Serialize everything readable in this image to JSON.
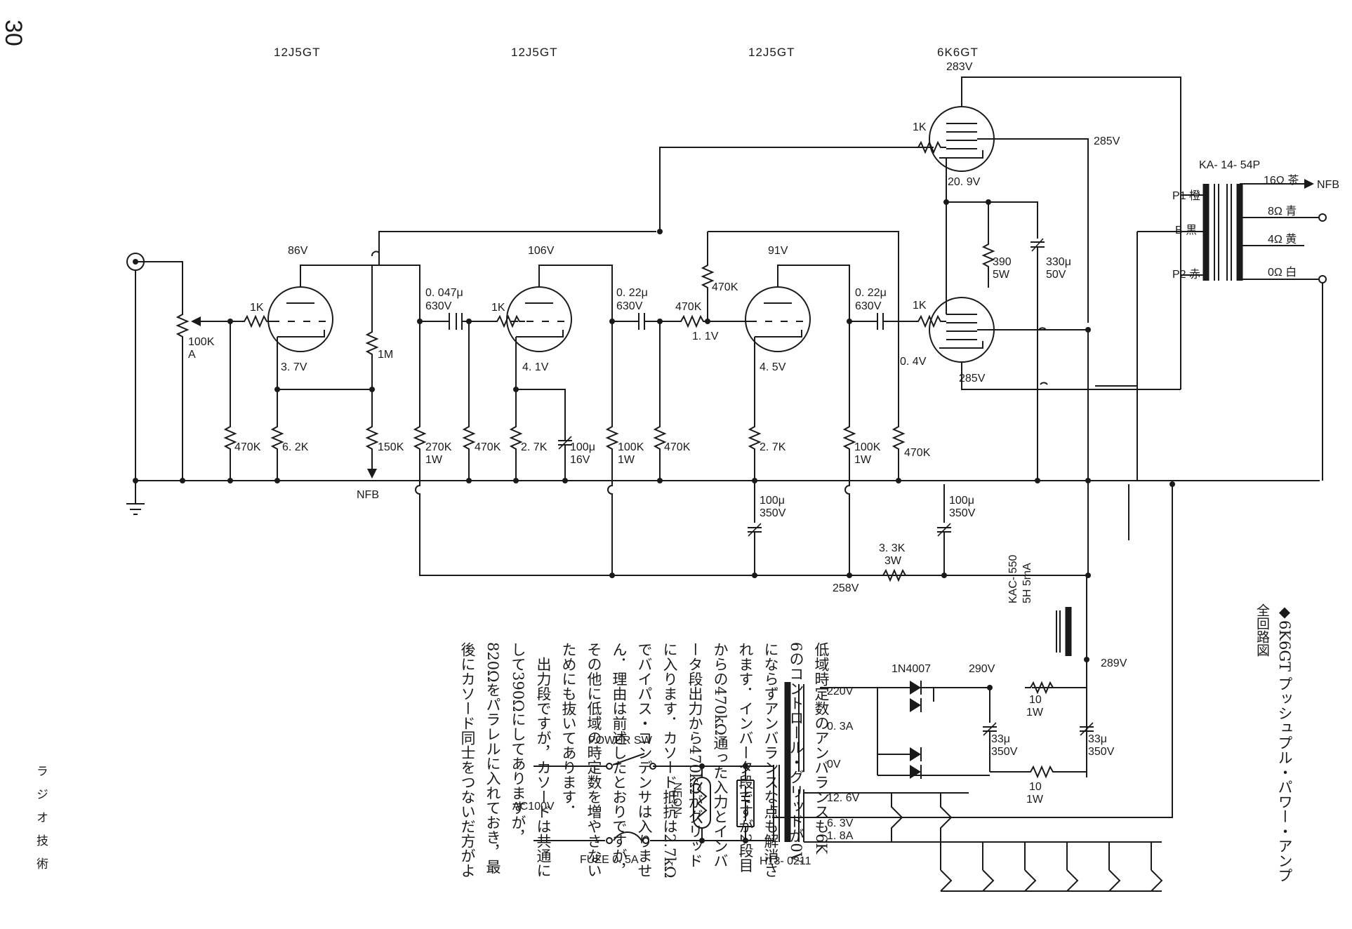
{
  "page_number": "30",
  "diagram": {
    "title": "◆6K6GT プッシュプル・パワー・アンプ",
    "subtitle": "全回路図",
    "tubes": [
      "12J5GT",
      "12J5GT",
      "12J5GT",
      "6K6GT"
    ],
    "labels": {
      "v86": "86V",
      "v106": "106V",
      "v91": "91V",
      "v283": "283V",
      "v285a": "285V",
      "v285b": "285V",
      "v209": "20. 9V",
      "v37": "3. 7V",
      "v41": "4. 1V",
      "v45": "4. 5V",
      "v11": "1. 1V",
      "v04": "0. 4V",
      "v258": "258V",
      "v289": "289V",
      "v290": "290V",
      "r1k_a": "1K",
      "r1k_b": "1K",
      "r1k_c": "1K",
      "r1k_d": "1K",
      "pot": "100K",
      "pot_a": "A",
      "r470k_a": "470K",
      "r62k": "6. 2K",
      "r1m": "1M",
      "r150k": "150K",
      "r270k": "270K",
      "r270k_w": "1W",
      "r470k_b": "470K",
      "r27k_a": "2. 7K",
      "c100u16": "100μ",
      "c100u16_v": "16V",
      "r100k_a": "100K",
      "r100k_a_w": "1W",
      "r470k_c": "470K",
      "r470k_d": "470K",
      "r470k_e": "470K",
      "r27k_b": "2. 7K",
      "r100k_b": "100K",
      "r100k_b_w": "1W",
      "r470k_f": "470K",
      "c047": "0. 047μ",
      "c047_v": "630V",
      "c022a": "0. 22μ",
      "c022a_v": "630V",
      "c022b": "0. 22μ",
      "c022b_v": "630V",
      "r390": "390",
      "r390_w": "5W",
      "c330": "330μ",
      "c330_v": "50V",
      "c100u350a": "100μ",
      "c100u350a_v": "350V",
      "c100u350b": "100μ",
      "c100u350b_v": "350V",
      "r33k": "3. 3K",
      "r33k_w": "3W",
      "nfb_in": "NFB",
      "nfb_out": "NFB",
      "opt": "KA- 14- 54P",
      "p1": "P1 橙",
      "b": "B 黒",
      "p2": "P2 赤",
      "s16": "16Ω 茶",
      "s8": "8Ω 青",
      "s4": "4Ω 黄",
      "s0": "0Ω 白",
      "choke": "KAC- 550",
      "choke_spec": "5H 5mA",
      "diode": "1N4007",
      "r10a": "10",
      "r10a_w": "1W",
      "r10b": "10",
      "r10b_w": "1W",
      "c33a": "33μ",
      "c33a_v": "350V",
      "c33b": "33μ",
      "c33b_v": "350V",
      "t220": "220V",
      "t03": "0. 3A",
      "t0": "0V",
      "t126": "12. 6V",
      "t63": "6. 3V",
      "t18": "1. 8A",
      "power_sw": "POWER SW",
      "ac": "AC100V",
      "fuse": "FUZE 0. 5A",
      "neon": "NEON",
      "ptrans": "H13- 0211"
    }
  },
  "body_text": [
    "低域時定数のアンバランスも6K",
    "6のコントロール・グリッドが0V",
    "にならずアンバランスな点も解消さ",
    "れます．インバータ段ですが2段目",
    "からの470kΩ通った入力とインバ",
    "ータ段出力から470kΩがグリッド",
    "に入ります．カソード抵抗は2.7kΩ",
    "でバイパス・コンデンサは入りませ",
    "ん．理由は前述したとおりですが，",
    "その他に低域の時定数を増やさない",
    "ためにも抜いてあります．",
    "　出力段ですが，カソードは共通に",
    "して390Ωにしてありますが，",
    "820Ωをパラレルに入れておき，最",
    "後にカソード同士をつないだ方がよ"
  ],
  "publisher": "ラジオ技術"
}
